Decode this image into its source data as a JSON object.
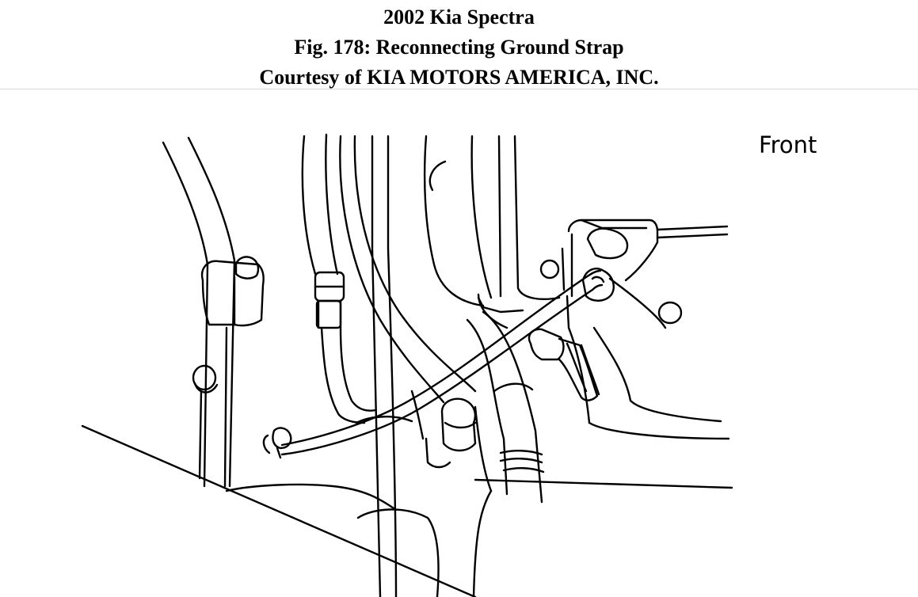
{
  "header": {
    "title": "2002 Kia Spectra",
    "figure_caption": "Fig. 178: Reconnecting Ground Strap",
    "courtesy": "Courtesy of KIA MOTORS AMERICA, INC."
  },
  "diagram": {
    "direction_label": "Front"
  }
}
